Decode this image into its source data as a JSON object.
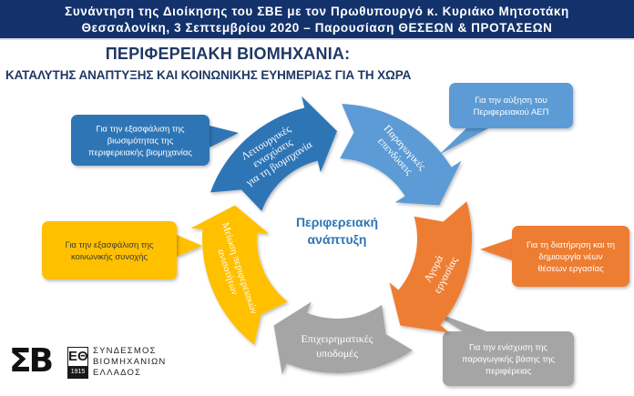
{
  "header": {
    "line1": "Συνάντηση της Διοίκησης του ΣΒΕ με τον Πρωθυπουργό κ. Κυριάκο Μητσοτάκη",
    "line2": "Θεσσαλονίκη, 3 Σεπτεμβρίου 2020 – Παρουσίαση ΘΕΣΕΩΝ & ΠΡΟΤΑΣΕΩΝ"
  },
  "title": "ΠΕΡΙΦΕΡΕΙΑΚΗ ΒΙΟΜΗΧΑΝΙΑ:",
  "subtitle": "ΚΑΤΑΛΥΤΗΣ ΑΝΑΠΤΥΞΗΣ ΚΑΙ ΚΟΙΝΩΝΙΚΗΣ ΕΥΗΜΕΡΙΑΣ ΓΙΑ ΤΗ ΧΩΡΑ",
  "center": {
    "line1": "Περιφερειακή",
    "line2": "ανάπτυξη"
  },
  "segments": [
    {
      "lines": [
        "Λειτουργικές",
        "ενισχύσεις",
        "για τη βιομηχανία"
      ],
      "color": "#2e75b6"
    },
    {
      "lines": [
        "Παραγωγικές",
        "επενδύσεις"
      ],
      "color": "#5b9bd5"
    },
    {
      "lines": [
        "Αγορά",
        "εργασίας"
      ],
      "color": "#ed7d31"
    },
    {
      "lines": [
        "Επιχειρηματικές",
        "υποδομές"
      ],
      "color": "#a5a5a5"
    },
    {
      "lines": [
        "Μείωση περιφερειακών",
        "ανισοτήτων"
      ],
      "color": "#ffc000"
    }
  ],
  "callouts": [
    {
      "lines": [
        "Για την εξασφάλιση της",
        "βιωσιμότητας της",
        "περιφερειακής βιομηχανίας"
      ],
      "color": "#2e75b6"
    },
    {
      "lines": [
        "Για την αύξηση του",
        "Περιφερειακού ΑΕΠ"
      ],
      "color": "#5b9bd5"
    },
    {
      "lines": [
        "Για τη διατήρηση και τη",
        "δημιουργία νέων",
        "θέσεων εργασίας"
      ],
      "color": "#ed7d31"
    },
    {
      "lines": [
        "Για την ενίσχυση της",
        "παραγωγικής βάσης της",
        "περιφέρειας"
      ],
      "color": "#a5a5a5"
    },
    {
      "lines": [
        "Για την εξασφάλιση της",
        "κοινωνικής συνοχής"
      ],
      "color": "#ffc000"
    }
  ],
  "logo": {
    "sigma": "ΣΒ",
    "box_letters": "ΕΘ",
    "year": "1915",
    "words": [
      "ΣΥΝΔΕΣΜΟΣ",
      "ΒΙΟΜΗΧΑΝΙΩΝ",
      "ΕΛΛΑΔΟΣ"
    ]
  }
}
